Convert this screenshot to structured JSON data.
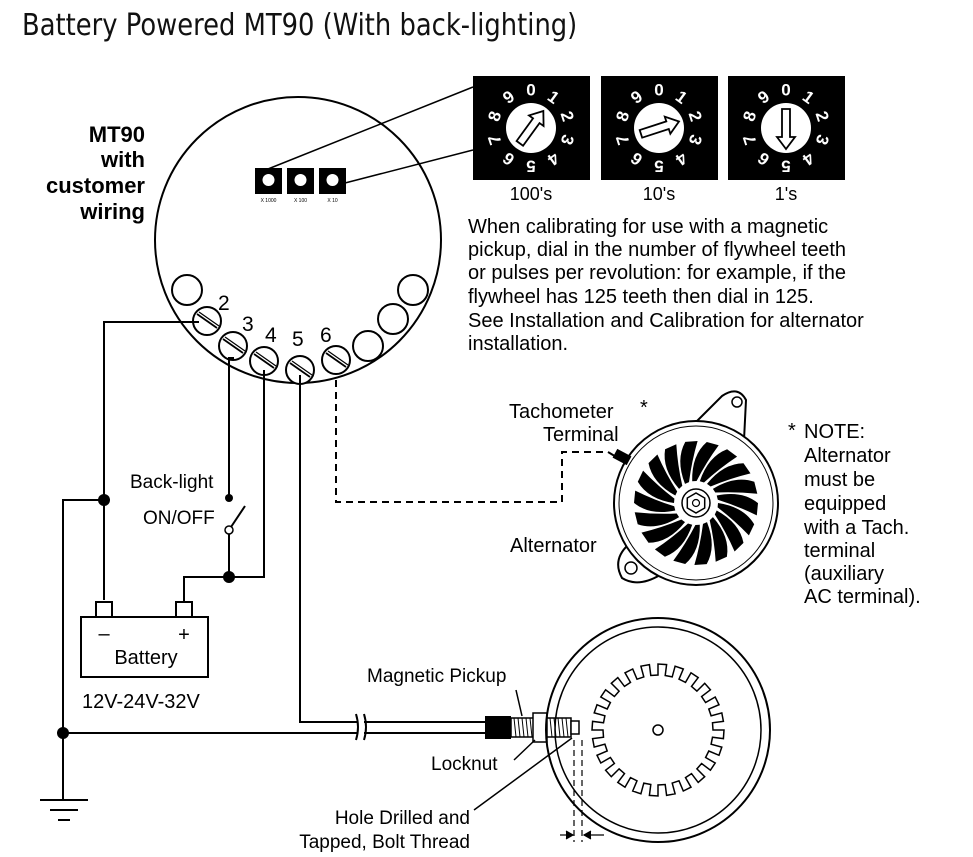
{
  "title": "Battery Powered MT90  (With back-lighting)",
  "unit_label": [
    "MT90",
    "with",
    "customer",
    "wiring"
  ],
  "terminals": [
    "2",
    "3",
    "4",
    "5",
    "6"
  ],
  "dials": [
    {
      "label": "100's",
      "digits": [
        "0",
        "1",
        "2",
        "3",
        "4",
        "5",
        "6",
        "7",
        "8",
        "9"
      ],
      "setting": 1
    },
    {
      "label": "10's",
      "digits": [
        "0",
        "1",
        "2",
        "3",
        "4",
        "5",
        "6",
        "7",
        "8",
        "9"
      ],
      "setting": 2
    },
    {
      "label": "1's",
      "digits": [
        "0",
        "1",
        "2",
        "3",
        "4",
        "5",
        "6",
        "7",
        "8",
        "9"
      ],
      "setting": 5
    }
  ],
  "mini_dial_labels": [
    "X 1000",
    "X 100",
    "X 10"
  ],
  "calibration_text": [
    "When calibrating for use with a magnetic",
    "pickup, dial in the number of flywheel teeth",
    "or pulses per revolution: for example, if the",
    "flywheel has 125 teeth then dial in 125.",
    "See Installation and Calibration for alternator",
    "installation."
  ],
  "tach_label": [
    "Tachometer",
    "Terminal"
  ],
  "asterisk": "*",
  "alternator_label": "Alternator",
  "note": {
    "marker": "*",
    "lines": [
      "NOTE:",
      "Alternator",
      "must be",
      "equipped",
      "with a Tach.",
      "terminal",
      "(auxiliary",
      "AC terminal)."
    ]
  },
  "switch_label": [
    "Back-light",
    "ON/OFF"
  ],
  "battery": {
    "label": "Battery",
    "minus": "–",
    "plus": "+",
    "voltage": "12V-24V-32V"
  },
  "pickup_label": "Magnetic Pickup",
  "locknut_label": "Locknut",
  "hole_label": [
    "Hole Drilled and",
    "Tapped, Bolt Thread"
  ],
  "colors": {
    "ink": "#000000",
    "paper": "#ffffff"
  }
}
